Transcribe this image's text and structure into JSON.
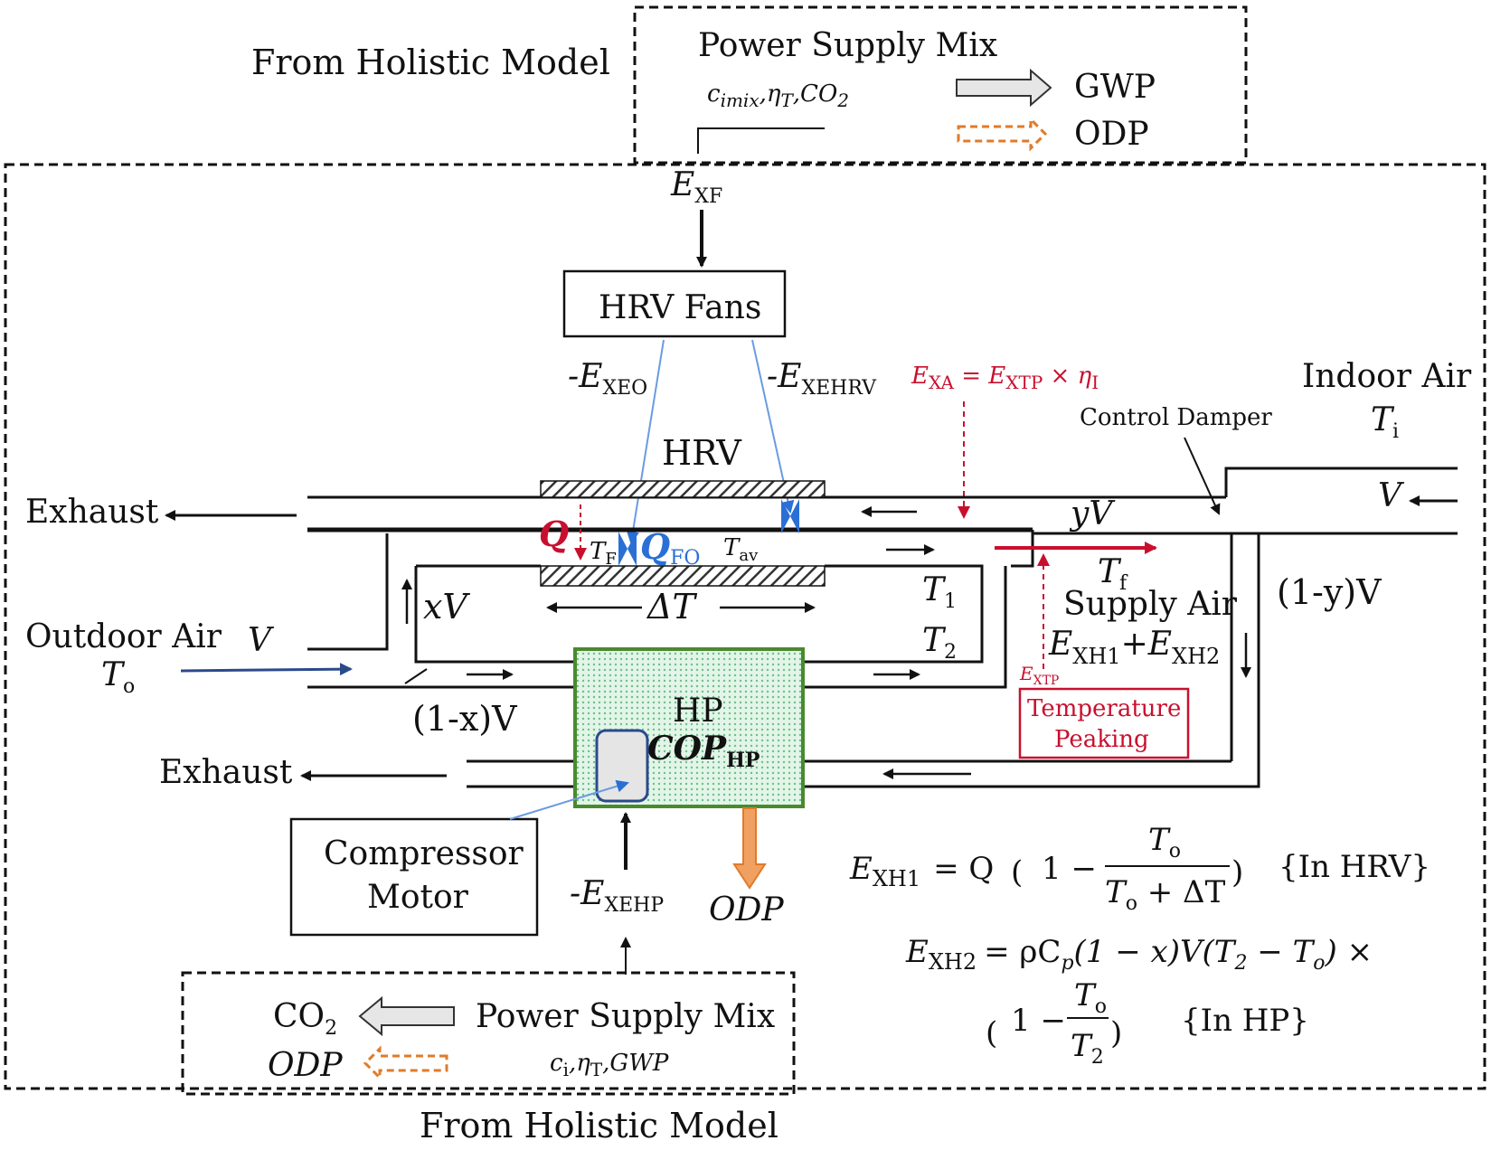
{
  "top_box": {
    "from_label": "From Holistic Model",
    "title": "Power Supply Mix",
    "params": "c",
    "params_sub": "imix",
    "params_rest": ",η",
    "params_rest_sub": "T",
    "params_rest2": ",CO",
    "params_rest2_sub": "2",
    "gwp": "GWP",
    "odp": "ODP"
  },
  "bottom_box": {
    "from_label": "From Holistic Model",
    "title": "Power Supply Mix",
    "co2": "CO",
    "co2_sub": "2",
    "odp": "ODP",
    "params": "c",
    "params_sub": "i",
    "params_rest": ",η",
    "params_rest_sub": "T",
    "params_rest2": ",GWP"
  },
  "labels": {
    "exf": "E",
    "exf_sub": "XF",
    "hrv_fans": "HRV Fans",
    "exeo": "-E",
    "exeo_sub": "XEO",
    "exehrv": "-E",
    "exehrv_sub": "XEHRV",
    "exa_eq": "E",
    "exa_sub": "XA",
    "exa_mid": " = E",
    "extp_sub": "XTP",
    "exa_tail": " × η",
    "eta_sub": "I",
    "hrv": "HRV",
    "indoor_air": "Indoor Air",
    "ti": "T",
    "ti_sub": "i",
    "control_damper": "Control Damper",
    "v_right": "V",
    "yv": "yV",
    "exhaust_top": "Exhaust",
    "q": "Q",
    "tf": "T",
    "tf_sub": "F",
    "qfo": "Q",
    "qfo_sub": "FO",
    "tav": "T",
    "tav_sub": "av",
    "tf2": "T",
    "tf2_sub": "f",
    "supply_air": "Supply Air",
    "one_minus_yv": "(1-y)V",
    "xv": "xV",
    "delta_t": "ΔT",
    "t1": "T",
    "t1_sub": "1",
    "t2": "T",
    "t2_sub": "2",
    "exh_sum": "E",
    "exh1_sub": "XH1",
    "exh_plus": "+E",
    "exh2_sub": "XH2",
    "outdoor_air": "Outdoor Air",
    "v_left": "V",
    "to": "T",
    "to_sub": "o",
    "extp_small": "E",
    "extp_small_sub": "XTP",
    "temp_peaking_1": "Temperature",
    "temp_peaking_2": "Peaking",
    "one_minus_xv": "(1-x)V",
    "hp": "HP",
    "cop": "COP",
    "cop_sub": "HP",
    "exhaust_bottom": "Exhaust",
    "compressor_1": "Compressor",
    "compressor_2": "Motor",
    "exehp": "-E",
    "exehp_sub": "XEHP",
    "odp_hp": "ODP"
  },
  "equations": {
    "eq1_lhs": "E",
    "eq1_lhs_sub": "XH1",
    "eq1_mid": "= Q",
    "eq1_one": "1 −",
    "eq1_num": "T",
    "eq1_num_sub": "o",
    "eq1_den": "T",
    "eq1_den_sub": "o",
    "eq1_den_tail": " + ΔT",
    "eq1_note": "{In HRV}",
    "eq2_lhs": "E",
    "eq2_lhs_sub": "XH2",
    "eq2_rhs": "= ρC",
    "eq2_rhs_sub": "p",
    "eq2_rhs_tail": "(1 − x)V(T",
    "eq2_t2_sub": "2",
    "eq2_minus": " − T",
    "eq2_to_sub": "o",
    "eq2_close": ") ×",
    "eq2_one": "1 −",
    "eq2_num": "T",
    "eq2_num_sub": "o",
    "eq2_den": "T",
    "eq2_den_sub": "2",
    "eq2_note": "{In HP}"
  },
  "colors": {
    "red": "#c8102e",
    "blue": "#2a6fd6",
    "dark_blue": "#2b4a8c",
    "orange": "#e07b2a",
    "green": "#4a8a2e",
    "hp_fill": "#d8f0e0"
  }
}
